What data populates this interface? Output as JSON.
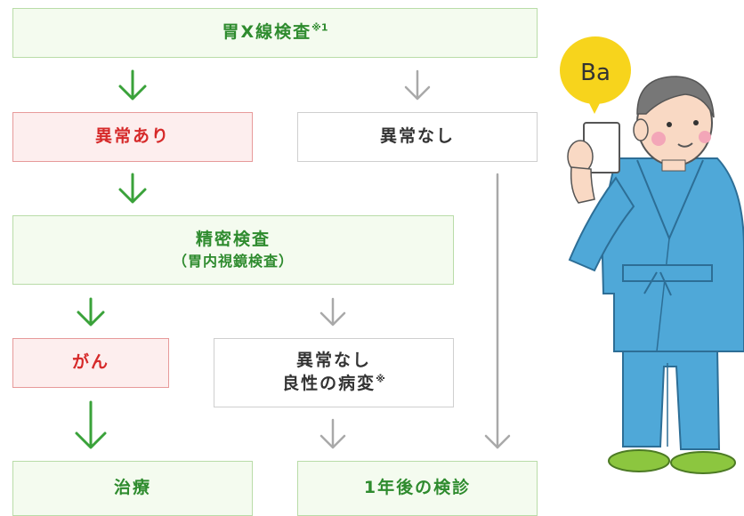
{
  "colors": {
    "green": "#3aa23a",
    "green_text": "#2e8b2e",
    "red_text": "#d62a2a",
    "gray": "#a9a9a9",
    "figure_robe": "#4fa8d8",
    "bubble": "#f7d41c"
  },
  "nodes": {
    "xray": {
      "label": "胃X線検査",
      "note": "※1"
    },
    "abnormal": {
      "label": "異常あり"
    },
    "normal": {
      "label": "異常なし"
    },
    "detailed": {
      "label": "精密検査",
      "sub": "（胃内視鏡検査）"
    },
    "cancer": {
      "label": "がん"
    },
    "benign": {
      "line1": "異常なし",
      "line2": "良性の病変",
      "note": "※"
    },
    "treatment": {
      "label": "治療"
    },
    "followup": {
      "label": "1年後の検診"
    }
  },
  "illustration": {
    "bubble_text": "Ba",
    "icon": "patient-drinking-barium-icon"
  }
}
